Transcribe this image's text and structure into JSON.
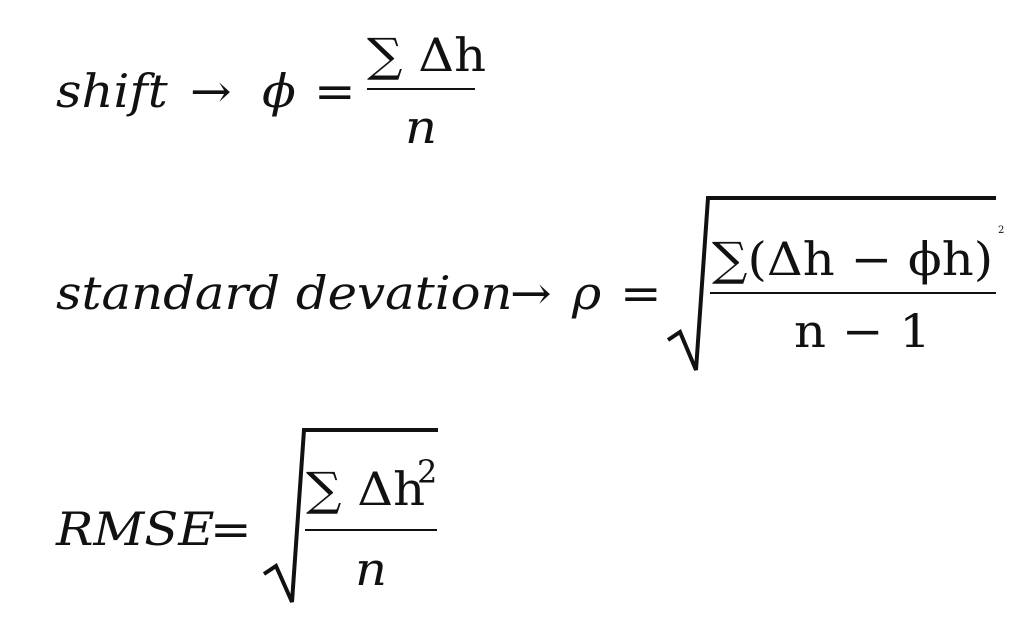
{
  "formulas": [
    {
      "lhs": "shift",
      "arrow": "→",
      "symbol": "ϕ",
      "equals": "=",
      "numerator": "∑ Δh",
      "denominator": "n"
    },
    {
      "lhs": "standard devation",
      "arrow": "→",
      "symbol": "ρ",
      "equals": "=",
      "numerator": "∑(Δh −  ϕh)",
      "numerator_exponent": "2",
      "denominator": "n − 1",
      "radical": "√"
    },
    {
      "lhs": "RMSE",
      "equals": "=",
      "numerator": "∑ Δh",
      "numerator_exponent": "2",
      "denominator": "n",
      "radical": "√"
    }
  ]
}
